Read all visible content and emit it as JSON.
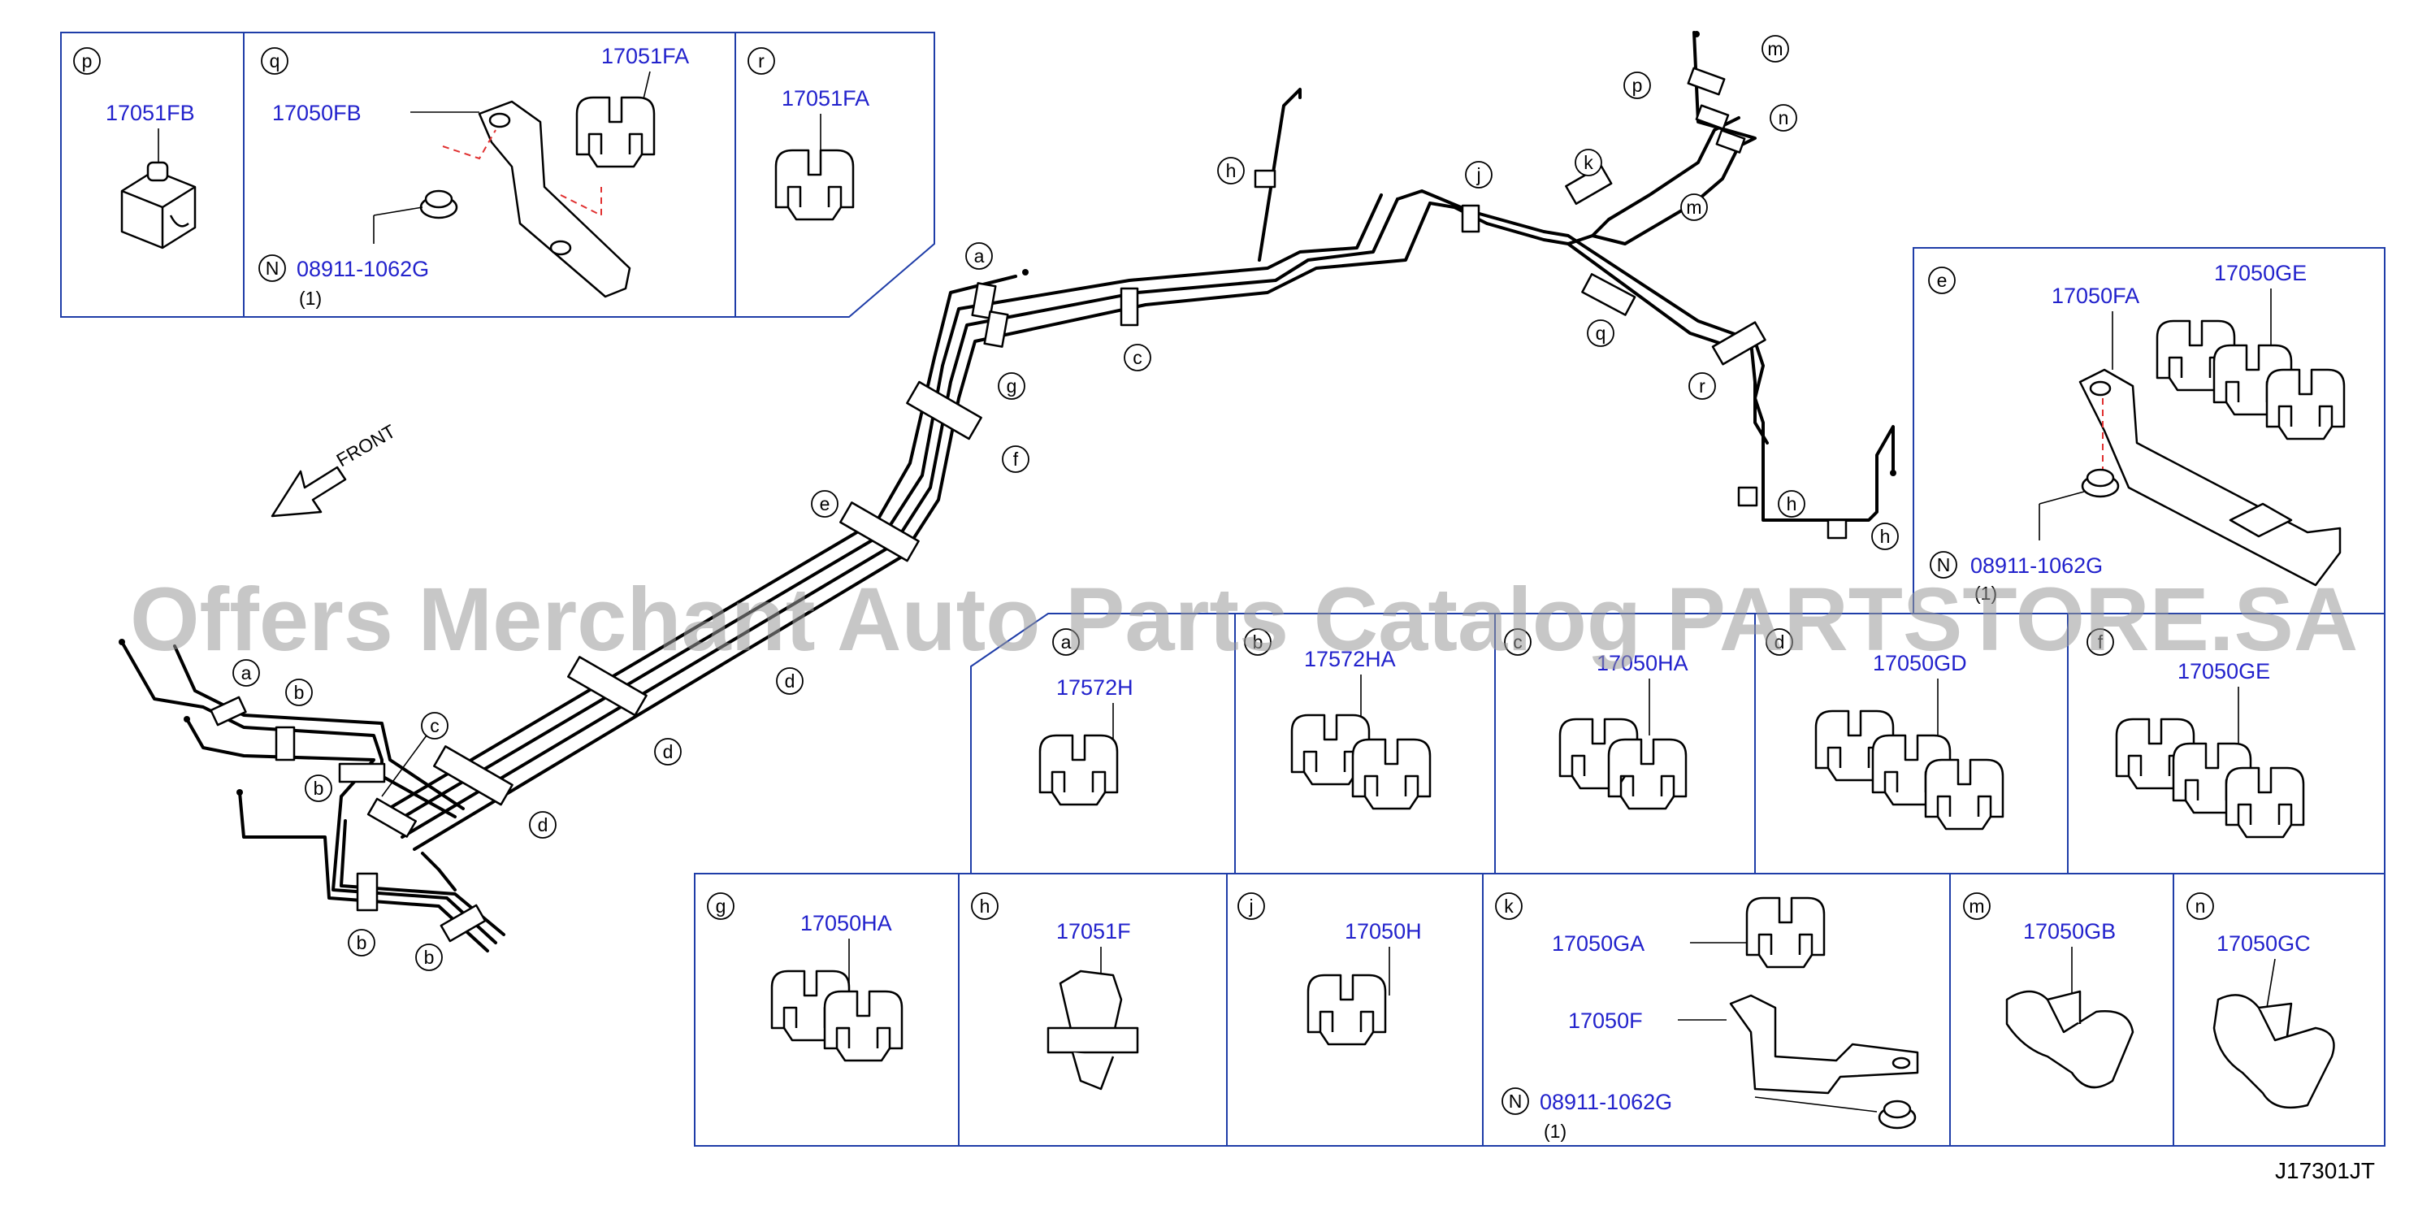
{
  "watermark": "Offers Merchant Auto Parts Catalog PARTSTORE.SA",
  "diagram_code": "J17301JT",
  "front_label": "FRONT",
  "main_callouts": [
    {
      "id": "a-top",
      "letter": "a"
    },
    {
      "id": "g-top",
      "letter": "g"
    },
    {
      "id": "c-top",
      "letter": "c"
    },
    {
      "id": "f-mid",
      "letter": "f"
    },
    {
      "id": "e-mid",
      "letter": "e"
    },
    {
      "id": "h-top",
      "letter": "h"
    },
    {
      "id": "j-top",
      "letter": "j"
    },
    {
      "id": "k-top",
      "letter": "k"
    },
    {
      "id": "q-mid",
      "letter": "q"
    },
    {
      "id": "r-mid",
      "letter": "r"
    },
    {
      "id": "p-top",
      "letter": "p"
    },
    {
      "id": "m-top",
      "letter": "m"
    },
    {
      "id": "n-top",
      "letter": "n"
    },
    {
      "id": "m-low",
      "letter": "m"
    },
    {
      "id": "h-r1",
      "letter": "h"
    },
    {
      "id": "h-r2",
      "letter": "h"
    },
    {
      "id": "d-1",
      "letter": "d"
    },
    {
      "id": "d-2",
      "letter": "d"
    },
    {
      "id": "d-3",
      "letter": "d"
    },
    {
      "id": "a-left",
      "letter": "a"
    },
    {
      "id": "b-1",
      "letter": "b"
    },
    {
      "id": "b-2",
      "letter": "b"
    },
    {
      "id": "c-left",
      "letter": "c"
    },
    {
      "id": "b-3",
      "letter": "b"
    },
    {
      "id": "b-4",
      "letter": "b"
    }
  ],
  "panels": {
    "p": {
      "letter": "p",
      "parts": [
        "17051FB"
      ]
    },
    "q": {
      "letter": "q",
      "parts": [
        "17050FB",
        "17051FA"
      ],
      "nut_symbol": "N",
      "nut_part": "08911-1062G",
      "nut_qty": "(1)"
    },
    "r": {
      "letter": "r",
      "parts": [
        "17051FA"
      ]
    },
    "e": {
      "letter": "e",
      "parts": [
        "17050FA",
        "17050GE"
      ],
      "nut_symbol": "N",
      "nut_part": "08911-1062G",
      "nut_qty": "(1)"
    },
    "a": {
      "letter": "a",
      "parts": [
        "17572H"
      ]
    },
    "b": {
      "letter": "b",
      "parts": [
        "17572HA"
      ]
    },
    "c": {
      "letter": "c",
      "parts": [
        "17050HA"
      ]
    },
    "d": {
      "letter": "d",
      "parts": [
        "17050GD"
      ]
    },
    "f": {
      "letter": "f",
      "parts": [
        "17050GE"
      ]
    },
    "g": {
      "letter": "g",
      "parts": [
        "17050HA"
      ]
    },
    "h": {
      "letter": "h",
      "parts": [
        "17051F"
      ]
    },
    "j": {
      "letter": "j",
      "parts": [
        "17050H"
      ]
    },
    "k": {
      "letter": "k",
      "parts": [
        "17050GA",
        "17050F"
      ],
      "nut_symbol": "N",
      "nut_part": "08911-1062G",
      "nut_qty": "(1)"
    },
    "m": {
      "letter": "m",
      "parts": [
        "17050GB"
      ]
    },
    "n": {
      "letter": "n",
      "parts": [
        "17050GC"
      ]
    }
  }
}
